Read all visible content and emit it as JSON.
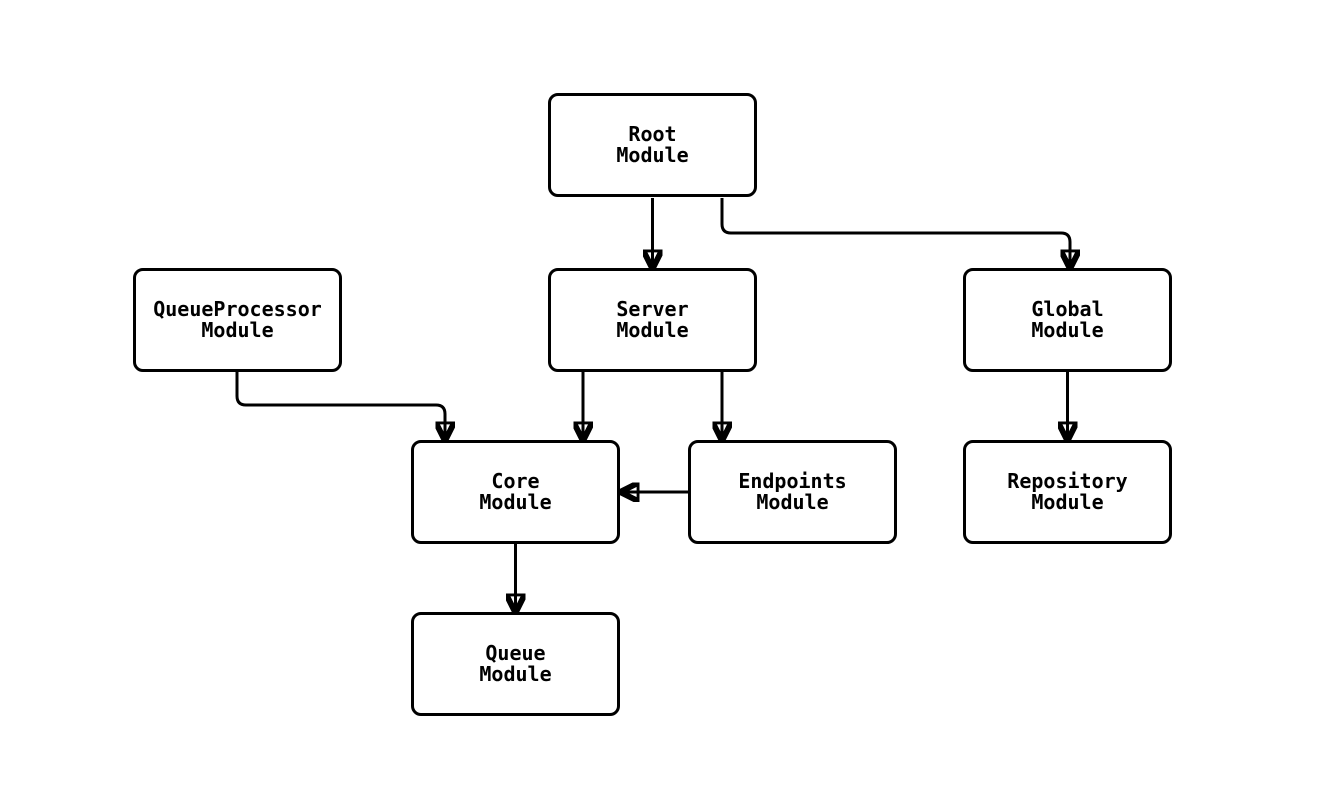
{
  "diagram": {
    "type": "module-dependency-flowchart",
    "background_color": "#ffffff",
    "stroke_color": "#000000",
    "text_color": "#000000",
    "nodes": [
      {
        "id": "root",
        "line1": "Root",
        "line2": "Module"
      },
      {
        "id": "queueprocessor",
        "line1": "QueueProcessor",
        "line2": "Module"
      },
      {
        "id": "server",
        "line1": "Server",
        "line2": "Module"
      },
      {
        "id": "global",
        "line1": "Global",
        "line2": "Module"
      },
      {
        "id": "core",
        "line1": "Core",
        "line2": "Module"
      },
      {
        "id": "endpoints",
        "line1": "Endpoints",
        "line2": "Module"
      },
      {
        "id": "repository",
        "line1": "Repository",
        "line2": "Module"
      },
      {
        "id": "queue",
        "line1": "Queue",
        "line2": "Module"
      }
    ],
    "edges": [
      {
        "from": "Root Module",
        "to": "Server Module"
      },
      {
        "from": "Root Module",
        "to": "Global Module"
      },
      {
        "from": "Server Module",
        "to": "Core Module"
      },
      {
        "from": "Server Module",
        "to": "Endpoints Module"
      },
      {
        "from": "QueueProcessor Module",
        "to": "Core Module"
      },
      {
        "from": "Endpoints Module",
        "to": "Core Module"
      },
      {
        "from": "Global Module",
        "to": "Repository Module"
      },
      {
        "from": "Core Module",
        "to": "Queue Module"
      }
    ]
  }
}
